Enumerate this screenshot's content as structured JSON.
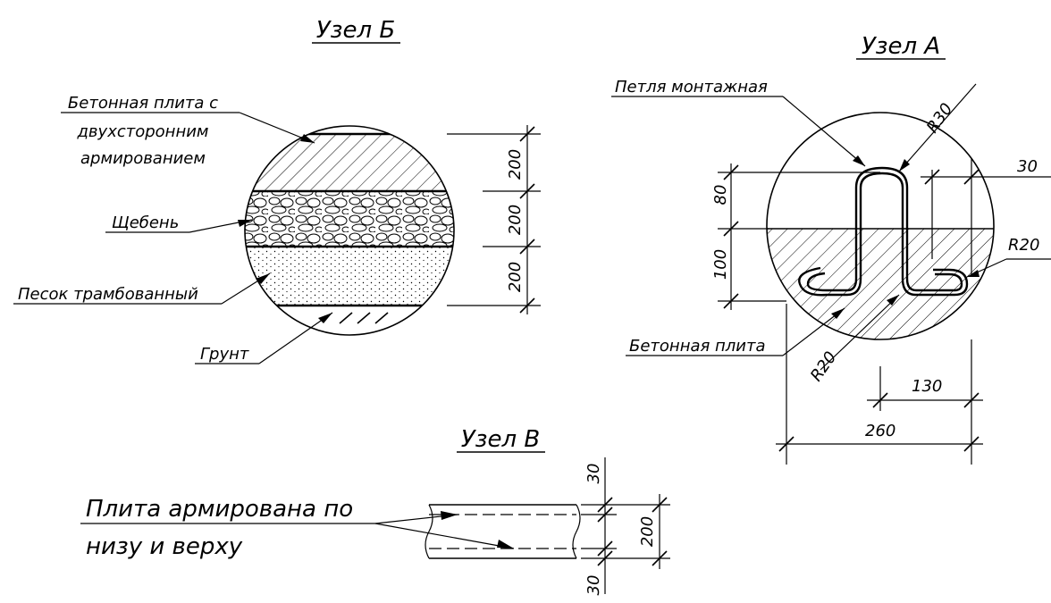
{
  "node_b": {
    "title": "Узел Б",
    "label_slab_1": "Бетонная плита с",
    "label_slab_2": "двухсторонним",
    "label_slab_3": "армированием",
    "label_gravel": "Щебень",
    "label_sand": "Песок трамбованный",
    "label_ground": "Грунт",
    "dim_1": "200",
    "dim_2": "200",
    "dim_3": "200"
  },
  "node_a": {
    "title": "Узел А",
    "label_loop": "Петля монтажная",
    "label_slab": "Бетонная плита",
    "r30": "R30",
    "r20_right": "R20",
    "r20_left": "R20",
    "dim_30": "30",
    "dim_80": "80",
    "dim_100": "100",
    "dim_130": "130",
    "dim_260": "260"
  },
  "node_v": {
    "title": "Узел В",
    "note_1": "Плита армирована по",
    "note_2": "низу и верху",
    "dim_top": "30",
    "dim_mid": "200",
    "dim_bot": "30"
  }
}
